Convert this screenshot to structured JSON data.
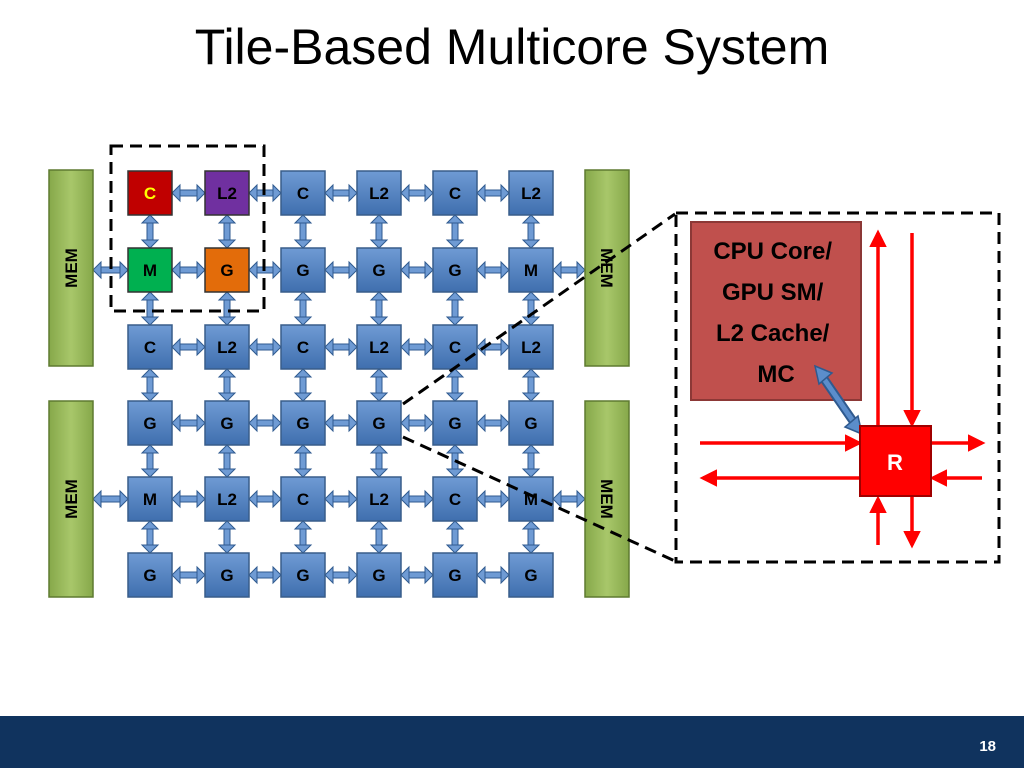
{
  "slide": {
    "title": "Tile-Based Multicore System",
    "page_number": "18"
  },
  "grid": {
    "rows": [
      [
        "C",
        "L2",
        "C",
        "L2",
        "C",
        "L2"
      ],
      [
        "M",
        "G",
        "G",
        "G",
        "G",
        "M"
      ],
      [
        "C",
        "L2",
        "C",
        "L2",
        "C",
        "L2"
      ],
      [
        "G",
        "G",
        "G",
        "G",
        "G",
        "G"
      ],
      [
        "M",
        "L2",
        "C",
        "L2",
        "C",
        "M"
      ],
      [
        "G",
        "G",
        "G",
        "G",
        "G",
        "G"
      ]
    ]
  },
  "memory_banks": [
    {
      "label": "MEM",
      "side": "left",
      "position": "top"
    },
    {
      "label": "MEM",
      "side": "right",
      "position": "top"
    },
    {
      "label": "MEM",
      "side": "left",
      "position": "bottom"
    },
    {
      "label": "MEM",
      "side": "right",
      "position": "bottom"
    }
  ],
  "zoom_detail": {
    "block_lines": [
      "CPU Core/",
      "GPU SM/",
      "L2 Cache/",
      "MC"
    ],
    "router_label": "R"
  },
  "colors": {
    "tile_blue": "#4f81bd",
    "tile_blue_dark": "#385d8a",
    "highlight_core": "#c00000",
    "highlight_core_text": "#ffff00",
    "highlight_l2": "#7030a0",
    "highlight_mem_ctrl": "#00b050",
    "highlight_gpu": "#e36c0a",
    "mem_bank": "#9bbb59",
    "router": "#ff0000",
    "zoom_block": "#c0504d",
    "footer": "#10335e"
  }
}
